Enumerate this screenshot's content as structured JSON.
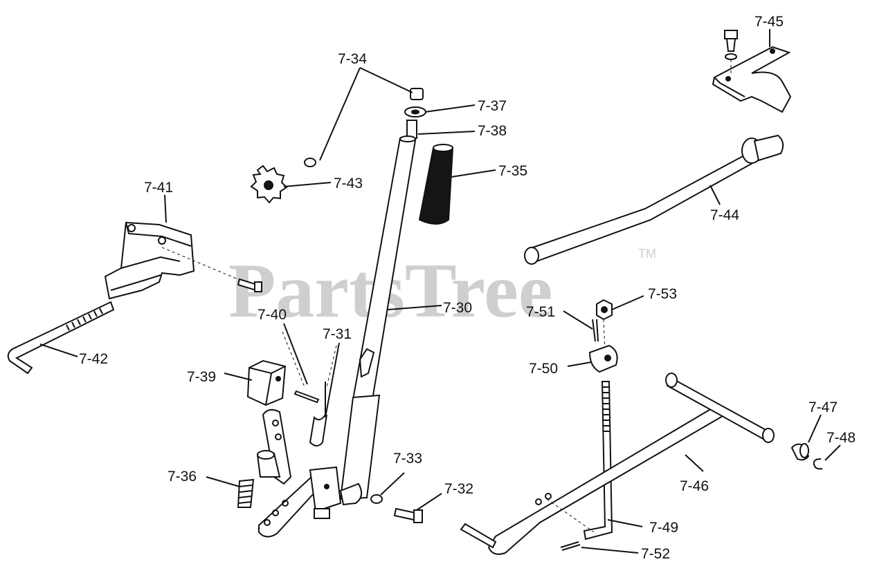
{
  "watermark": {
    "text": "PartsTree",
    "trademark": "TM"
  },
  "parts": [
    {
      "id": "p30",
      "label": "7-30"
    },
    {
      "id": "p31",
      "label": "7-31"
    },
    {
      "id": "p32",
      "label": "7-32"
    },
    {
      "id": "p33",
      "label": "7-33"
    },
    {
      "id": "p34",
      "label": "7-34"
    },
    {
      "id": "p35",
      "label": "7-35"
    },
    {
      "id": "p36",
      "label": "7-36"
    },
    {
      "id": "p37",
      "label": "7-37"
    },
    {
      "id": "p38",
      "label": "7-38"
    },
    {
      "id": "p39",
      "label": "7-39"
    },
    {
      "id": "p40",
      "label": "7-40"
    },
    {
      "id": "p41",
      "label": "7-41"
    },
    {
      "id": "p42",
      "label": "7-42"
    },
    {
      "id": "p43",
      "label": "7-43"
    },
    {
      "id": "p44",
      "label": "7-44"
    },
    {
      "id": "p45",
      "label": "7-45"
    },
    {
      "id": "p46",
      "label": "7-46"
    },
    {
      "id": "p47",
      "label": "7-47"
    },
    {
      "id": "p48",
      "label": "7-48"
    },
    {
      "id": "p49",
      "label": "7-49"
    },
    {
      "id": "p50",
      "label": "7-50"
    },
    {
      "id": "p51",
      "label": "7-51"
    },
    {
      "id": "p52",
      "label": "7-52"
    },
    {
      "id": "p53",
      "label": "7-53"
    }
  ]
}
